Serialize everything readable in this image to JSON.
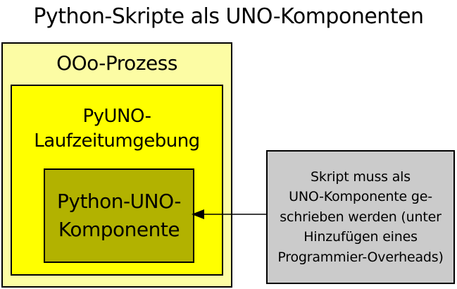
{
  "page": {
    "title": "Python-Skripte als UNO-Komponenten",
    "background": "#ffffff"
  },
  "diagram": {
    "ooo_process": {
      "label": "OOo-Prozess",
      "fill": "#fcfca4",
      "border": "#000000"
    },
    "pyuno_runtime": {
      "label_line1": "PyUNO-",
      "label_line2": "Laufzeitumgebung",
      "fill": "#ffff00",
      "border": "#000000"
    },
    "python_uno_component": {
      "label_line1": "Python-UNO-",
      "label_line2": "Komponente",
      "fill": "#b2b200",
      "border": "#000000"
    },
    "note": {
      "lines": [
        "Skript muss als",
        "UNO-Komponente ge-",
        "schrieben werden (unter",
        "Hinzufügen eines",
        "Programmier-Overheads)"
      ],
      "fill": "#cbcbcb",
      "border": "#000000"
    },
    "arrow": {
      "from": "note-box",
      "to": "python-uno-component-box",
      "color": "#000000",
      "direction": "left"
    }
  }
}
